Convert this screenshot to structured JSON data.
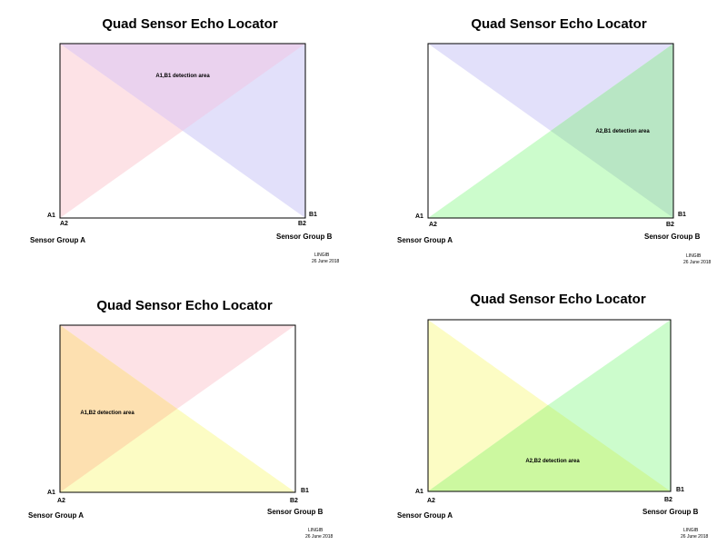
{
  "colors": {
    "pink": "#fde2e6",
    "lavender": "#e2e0fa",
    "green": "#ccfccc",
    "yellow": "#fcfcc4",
    "pink_lavender_overlap": "#ead2ee",
    "green_lavender_overlap": "#b8e6c4",
    "pink_yellow_overlap": "#fde0b0",
    "green_yellow_overlap": "#ccf8a0",
    "border": "#000000"
  },
  "panels": [
    {
      "title": "Quad Sensor Echo Locator",
      "area_label": "A1,B1 detection area",
      "corner_labels": {
        "a1": "A1",
        "a2": "A2",
        "b1": "B1",
        "b2": "B2"
      },
      "group_a": "Sensor  Group A",
      "group_b": "Sensor Group B",
      "credit_name": "LINGIB",
      "credit_date": "26 June 2018"
    },
    {
      "title": "Quad Sensor Echo Locator",
      "area_label": "A2,B1 detection area",
      "corner_labels": {
        "a1": "A1",
        "a2": "A2",
        "b1": "B1",
        "b2": "B2"
      },
      "group_a": "Sensor  Group A",
      "group_b": "Sensor Group B",
      "credit_name": "LINGIB",
      "credit_date": "26 June 2018"
    },
    {
      "title": "Quad Sensor Echo Locator",
      "area_label": "A1,B2 detection area",
      "corner_labels": {
        "a1": "A1",
        "a2": "A2",
        "b1": "B1",
        "b2": "B2"
      },
      "group_a": "Sensor  Group A",
      "group_b": "Sensor Group B",
      "credit_name": "LINGIB",
      "credit_date": "26 June 2018"
    },
    {
      "title": "Quad Sensor Echo Locator",
      "area_label": "A2,B2 detection area",
      "corner_labels": {
        "a1": "A1",
        "a2": "A2",
        "b1": "B1",
        "b2": "B2"
      },
      "group_a": "Sensor  Group A",
      "group_b": "Sensor Group B",
      "credit_name": "LINGIB",
      "credit_date": "26 June 2018"
    }
  ]
}
